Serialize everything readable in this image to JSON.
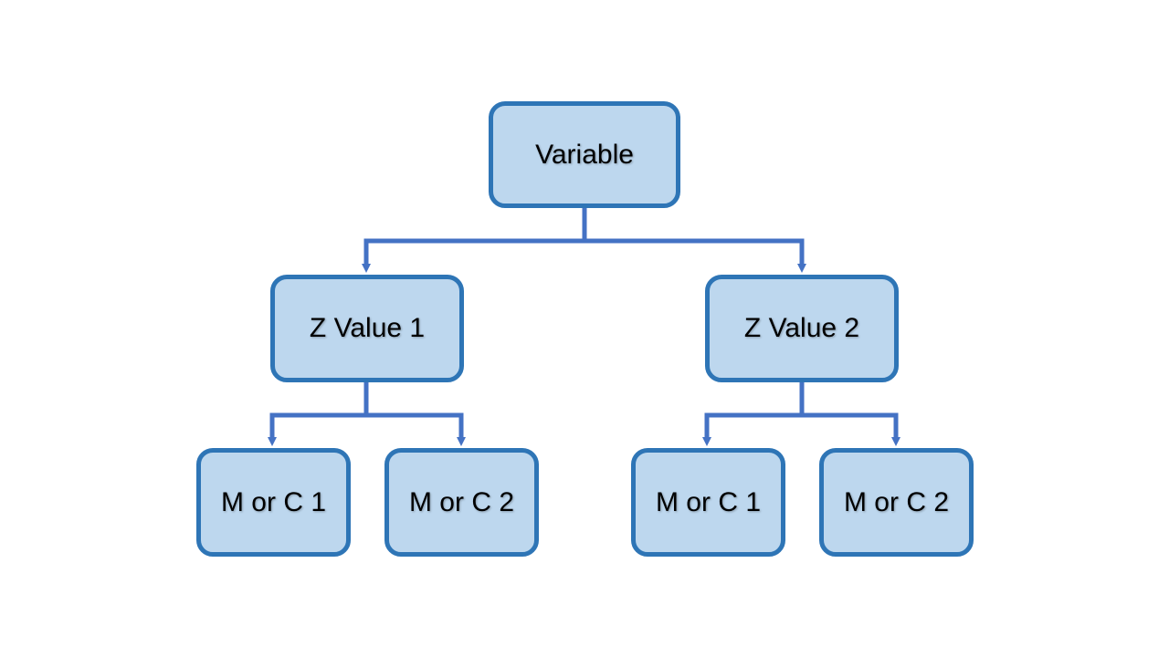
{
  "diagram": {
    "colors": {
      "node_fill": "#bdd7ee",
      "node_border": "#2e75b6",
      "connector": "#4472c4",
      "text": "#000000",
      "background": "#ffffff"
    },
    "root": {
      "label": "Variable"
    },
    "level1": [
      {
        "label": "Z Value 1"
      },
      {
        "label": "Z Value 2"
      }
    ],
    "level2": [
      {
        "label": "M or C 1"
      },
      {
        "label": "M or C 2"
      },
      {
        "label": "M or C 1"
      },
      {
        "label": "M or C 2"
      }
    ]
  }
}
